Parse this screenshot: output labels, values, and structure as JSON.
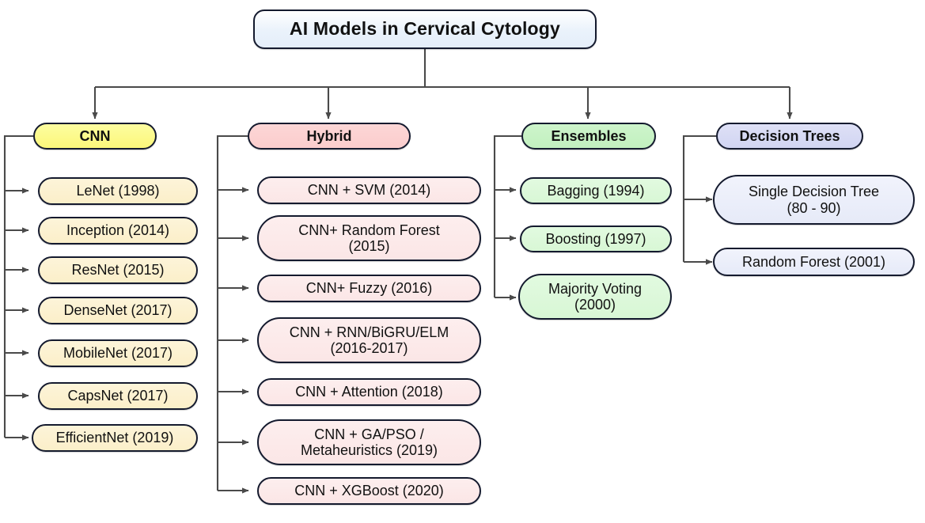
{
  "diagram": {
    "title": "AI Models in Cervical Cytology",
    "root": {
      "label": "AI Models in Cervical Cytology",
      "fill": "#eaf2fb",
      "stroke": "#141a2e"
    },
    "branches": [
      {
        "key": "cnn",
        "label": "CNN",
        "fill": "#fbf77a",
        "leaf_fill": "#fbefc9",
        "children": [
          {
            "label": "LeNet (1998)"
          },
          {
            "label": "Inception (2014)"
          },
          {
            "label": "ResNet (2015)"
          },
          {
            "label": "DenseNet (2017)"
          },
          {
            "label": "MobileNet (2017)"
          },
          {
            "label": "CapsNet (2017)"
          },
          {
            "label": "EfficientNet (2019)"
          }
        ]
      },
      {
        "key": "hybrid",
        "label": "Hybrid",
        "fill": "#fbcdcd",
        "leaf_fill": "#fbe6e6",
        "children": [
          {
            "label": "CNN + SVM (2014)"
          },
          {
            "label": "CNN+ Random Forest\n(2015)"
          },
          {
            "label": "CNN+ Fuzzy (2016)"
          },
          {
            "label": "CNN + RNN/BiGRU/ELM\n(2016-2017)"
          },
          {
            "label": "CNN + Attention (2018)"
          },
          {
            "label": "CNN + GA/PSO /\nMetaheuristics (2019)"
          },
          {
            "label": "CNN + XGBoost (2020)"
          }
        ]
      },
      {
        "key": "ensembles",
        "label": "Ensembles",
        "fill": "#c2f0bf",
        "leaf_fill": "#d8f7d5",
        "children": [
          {
            "label": "Bagging (1994)"
          },
          {
            "label": "Boosting (1997)"
          },
          {
            "label": "Majority Voting\n(2000)"
          }
        ]
      },
      {
        "key": "decision-trees",
        "label": "Decision Trees",
        "fill": "#d1d5f2",
        "leaf_fill": "#e6eaf8",
        "children": [
          {
            "label": "Single Decision Tree\n(80 - 90)"
          },
          {
            "label": "Random Forest (2001)"
          }
        ]
      }
    ]
  }
}
